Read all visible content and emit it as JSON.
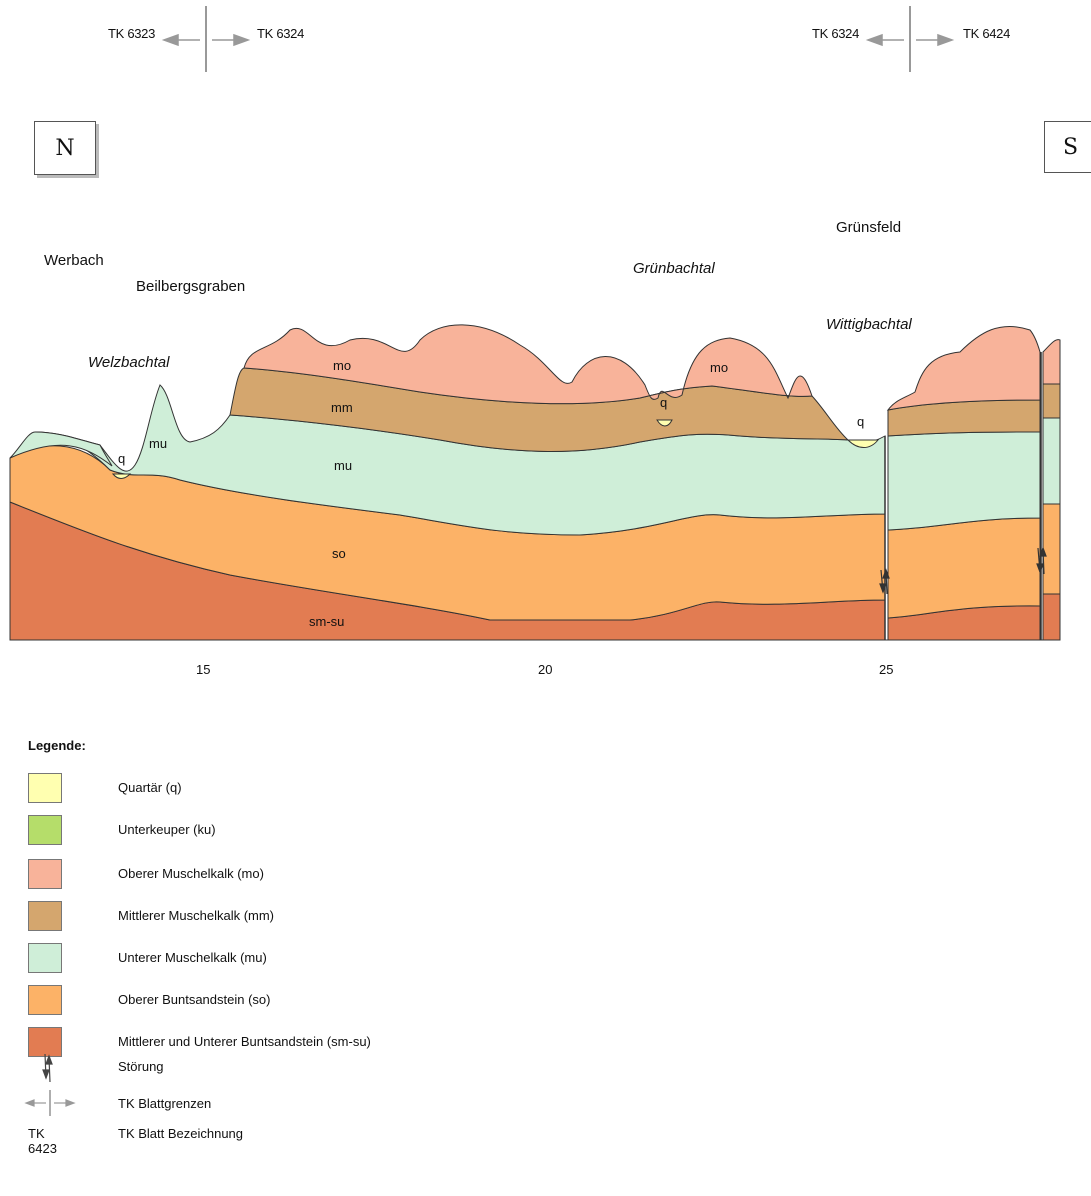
{
  "sheet_boundaries": [
    {
      "left": "TK 6323",
      "right": "TK 6324"
    },
    {
      "left": "TK 6324",
      "right": "TK 6424"
    }
  ],
  "directions": {
    "north": "N",
    "south": "S"
  },
  "places": {
    "werbach": "Werbach",
    "beilbergsgraben": "Beilbergsgraben",
    "welzbachtal": "Welzbachtal",
    "gruenbachtal": "Grünbachtal",
    "gruensfeld": "Grünsfeld",
    "wittigbachtal": "Wittigbachtal"
  },
  "layer_labels": {
    "mo": "mo",
    "mm": "mm",
    "mu": "mu",
    "so": "so",
    "smsu": "sm-su",
    "q": "q"
  },
  "axis_ticks": [
    "15",
    "20",
    "25"
  ],
  "legend": {
    "title": "Legende:",
    "items": [
      {
        "label": "Quartär (q)",
        "color": "#ffffb0"
      },
      {
        "label": "Unterkeuper (ku)",
        "color": "#b5dd6a"
      },
      {
        "label": "Oberer Muschelkalk (mo)",
        "color": "#f8b39a"
      },
      {
        "label": "Mittlerer Muschelkalk (mm)",
        "color": "#d4a66e"
      },
      {
        "label": "Unterer Muschelkalk (mu)",
        "color": "#cfeed8"
      },
      {
        "label": "Oberer Buntsandstein (so)",
        "color": "#fcb267"
      },
      {
        "label": "Mittlerer und Unterer Buntsandstein (sm-su)",
        "color": "#e27c52"
      }
    ],
    "fault_label": "Störung",
    "boundary_label": "TK Blattgrenzen",
    "sheet_example": "TK 6423",
    "sheet_label": "TK Blatt Bezeichnung"
  }
}
